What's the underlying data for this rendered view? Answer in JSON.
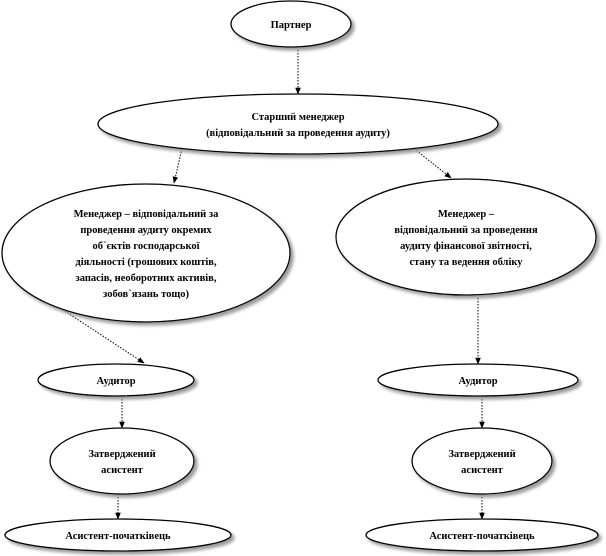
{
  "nodes": {
    "partner": {
      "lines": [
        "Партнер"
      ]
    },
    "senior_manager": {
      "lines": [
        "Старший менеджер",
        "(відповідальний  за проведення аудиту)"
      ]
    },
    "manager_left": {
      "lines": [
        "Менеджер – відповідальний  за",
        "проведення аудиту окремих",
        "об`єктів господарської",
        "діяльності  (грошових коштів,",
        "запасів, необоротних активів,",
        "зобов`язань тощо)"
      ]
    },
    "manager_right": {
      "lines": [
        "Менеджер –",
        "відповідальний  за проведення",
        "аудиту фінансової звітності,",
        "стану та ведення обліку"
      ]
    },
    "auditor_left": {
      "lines": [
        "Аудитор"
      ]
    },
    "auditor_right": {
      "lines": [
        "Аудитор"
      ]
    },
    "certified_assistant_left": {
      "lines": [
        "Затверджений",
        "асистент"
      ]
    },
    "certified_assistant_right": {
      "lines": [
        "Затверджений",
        "асистент"
      ]
    },
    "junior_assistant_left": {
      "lines": [
        "Асистент-початківець"
      ]
    },
    "junior_assistant_right": {
      "lines": [
        "Асистент-початківець"
      ]
    }
  },
  "edges": [
    [
      "partner",
      "senior_manager"
    ],
    [
      "senior_manager",
      "manager_left"
    ],
    [
      "senior_manager",
      "manager_right"
    ],
    [
      "manager_left",
      "auditor_left"
    ],
    [
      "manager_right",
      "auditor_right"
    ],
    [
      "auditor_left",
      "certified_assistant_left"
    ],
    [
      "auditor_right",
      "certified_assistant_right"
    ],
    [
      "certified_assistant_left",
      "junior_assistant_left"
    ],
    [
      "certified_assistant_right",
      "junior_assistant_right"
    ]
  ],
  "colors": {
    "stroke": "#000000",
    "fill": "#ffffff",
    "shadow": "#9a9a9a"
  }
}
